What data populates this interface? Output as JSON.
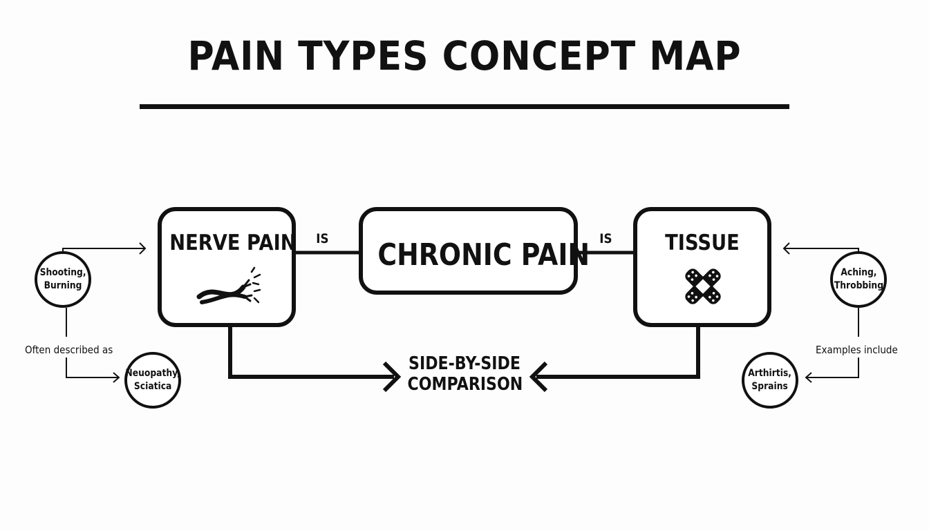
{
  "title": "PAIN TYPES CONCEPT MAP",
  "nodes": {
    "nerve_pain": "NERVE PAIN",
    "chronic_pain": "CHRONIC PAIN",
    "tissue": "TISSUE",
    "comparison": "SIDE-BY-SIDE\nCOMPARISON"
  },
  "edges": {
    "nerve_to_chronic": "IS",
    "tissue_to_chronic": "IS",
    "nerve_descriptor": "Often described as",
    "tissue_descriptor": "Examples include"
  },
  "circles": {
    "shooting": "Shooting,\nBurning",
    "neuropathy": "Neuopathy,\nSciatica",
    "aching": "Aching,\nThrobbing",
    "arthritis": "Arthirtis,\nSprains"
  },
  "icons": {
    "nerve": "frayed-nerve-icon",
    "tissue": "bandage-icon"
  }
}
